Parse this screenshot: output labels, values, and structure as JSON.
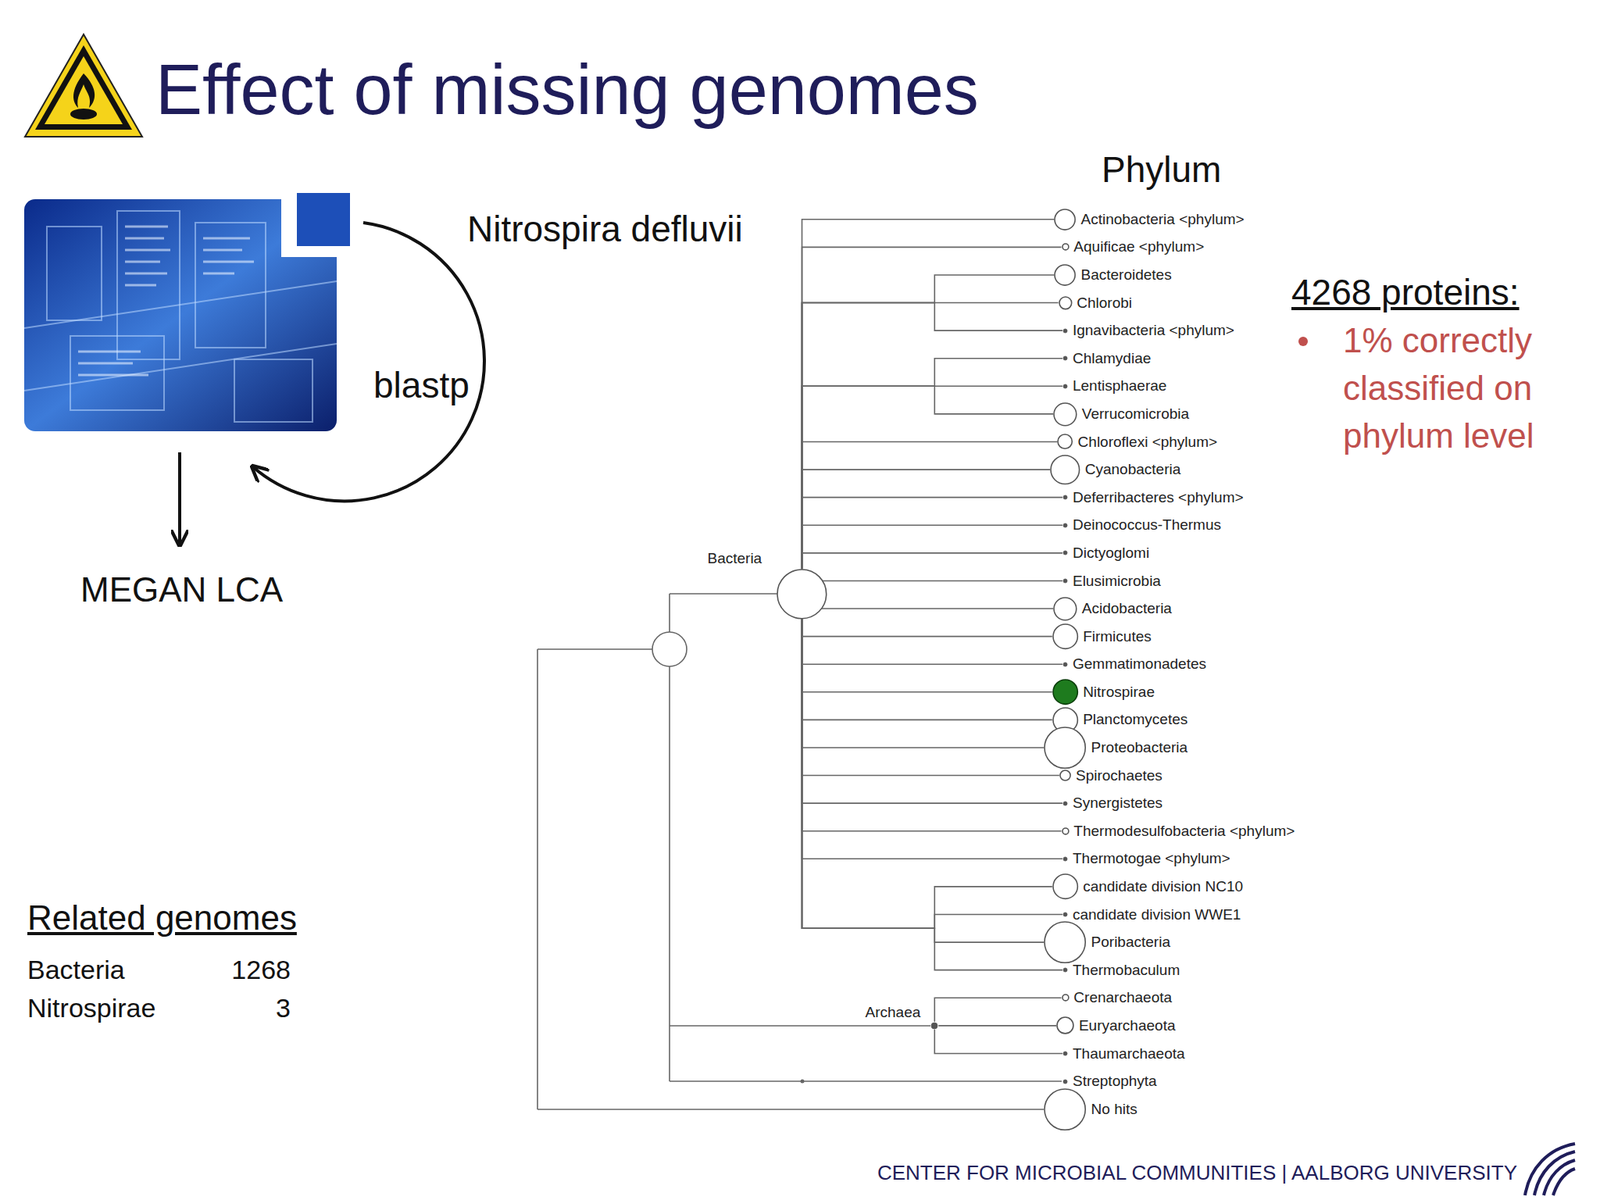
{
  "diagram": {
    "title": "Effect of missing genomes",
    "nodes": [
      {
        "text": [
          "Bacteria"
        ]
      },
      {
        "text": [
          "Actinobacteria <phylum>"
        ]
      },
      {
        "text": [
          "Aquificae <phylum>"
        ]
      },
      {
        "text": [
          "Bacteroidetes"
        ]
      },
      {
        "text": [
          "Chlorobi"
        ]
      },
      {
        "text": [
          "Ignavibacteria <phylum>"
        ]
      },
      {
        "text": [
          "Chlamydiae"
        ]
      },
      {
        "text": [
          "Lentisphaerae"
        ]
      },
      {
        "text": [
          "Verrucomicrobia"
        ]
      },
      {
        "text": [
          "Chloroflexi <phylum>"
        ]
      },
      {
        "text": [
          "Cyanobacteria"
        ]
      },
      {
        "text": [
          "Deferribacteres <phylum>"
        ]
      },
      {
        "text": [
          "Deinococcus-Thermus"
        ]
      },
      {
        "text": [
          "Dictyoglomi"
        ]
      },
      {
        "text": [
          "Elusimicrobia"
        ]
      },
      {
        "text": [
          "Acidobacteria"
        ]
      },
      {
        "text": [
          "Firmicutes"
        ]
      },
      {
        "text": [
          "Gemmatimonadetes"
        ]
      },
      {
        "text": [
          "Nitrospirae"
        ]
      },
      {
        "text": [
          "Planctomycetes"
        ]
      },
      {
        "text": [
          "Proteobacteria"
        ]
      },
      {
        "text": [
          "Spirochaetes"
        ]
      },
      {
        "text": [
          "Synergistetes"
        ]
      },
      {
        "text": [
          "Thermodesulfobacteria <phylum>"
        ]
      },
      {
        "text": [
          "Thermotogae <phylum>"
        ]
      },
      {
        "text": [
          "candidate division NC10"
        ]
      },
      {
        "text": [
          "candidate division WWE1"
        ]
      },
      {
        "text": [
          "Poribacteria"
        ]
      },
      {
        "text": [
          "Thermobaculum"
        ]
      },
      {
        "text": [
          "Archaea"
        ]
      },
      {
        "text": [
          "Crenarchaeota"
        ]
      },
      {
        "text": [
          "Euryarchaeota"
        ]
      },
      {
        "text": [
          "Thaumarchaeota"
        ]
      },
      {
        "text": [
          "Streptophyta"
        ]
      },
      {
        "text": [
          "No hits"
        ]
      }
    ],
    "edges": [
      {
        "from": 0,
        "to": 1,
        "arrow": "none"
      },
      {
        "from": 0,
        "to": 2,
        "arrow": "none"
      },
      {
        "from": 0,
        "to": 3,
        "arrow": "none"
      },
      {
        "from": 0,
        "to": 4,
        "arrow": "none"
      },
      {
        "from": 0,
        "to": 5,
        "arrow": "none"
      },
      {
        "from": 0,
        "to": 6,
        "arrow": "none"
      },
      {
        "from": 0,
        "to": 7,
        "arrow": "none"
      },
      {
        "from": 0,
        "to": 8,
        "arrow": "none"
      },
      {
        "from": 0,
        "to": 9,
        "arrow": "none"
      },
      {
        "from": 0,
        "to": 10,
        "arrow": "none"
      },
      {
        "from": 0,
        "to": 11,
        "arrow": "none"
      },
      {
        "from": 0,
        "to": 12,
        "arrow": "none"
      },
      {
        "from": 0,
        "to": 13,
        "arrow": "none"
      },
      {
        "from": 0,
        "to": 14,
        "arrow": "none"
      },
      {
        "from": 0,
        "to": 15,
        "arrow": "none"
      },
      {
        "from": 0,
        "to": 16,
        "arrow": "none"
      },
      {
        "from": 0,
        "to": 17,
        "arrow": "none"
      },
      {
        "from": 0,
        "to": 18,
        "arrow": "none"
      },
      {
        "from": 0,
        "to": 19,
        "arrow": "none"
      },
      {
        "from": 0,
        "to": 20,
        "arrow": "none"
      },
      {
        "from": 0,
        "to": 21,
        "arrow": "none"
      },
      {
        "from": 0,
        "to": 22,
        "arrow": "none"
      },
      {
        "from": 0,
        "to": 23,
        "arrow": "none"
      },
      {
        "from": 0,
        "to": 24,
        "arrow": "none"
      },
      {
        "from": 0,
        "to": 25,
        "arrow": "none"
      },
      {
        "from": 0,
        "to": 26,
        "arrow": "none"
      },
      {
        "from": 0,
        "to": 27,
        "arrow": "none"
      },
      {
        "from": 0,
        "to": 28,
        "arrow": "none"
      },
      {
        "from": 29,
        "to": 30,
        "arrow": "none"
      },
      {
        "from": 29,
        "to": 31,
        "arrow": "none"
      },
      {
        "from": 29,
        "to": 32,
        "arrow": "none"
      }
    ],
    "labels": [
      "Nitrospira defluvii",
      "blastp",
      "MEGAN LCA",
      "Related genomes",
      "Bacteria",
      "1268",
      "Nitrospirae",
      "3",
      "Phylum",
      "4268 proteins:",
      "1% correctly classified on phylum level",
      "CENTER FOR MICROBIAL COMMUNITIES | AALBORG UNIVERSITY"
    ]
  }
}
